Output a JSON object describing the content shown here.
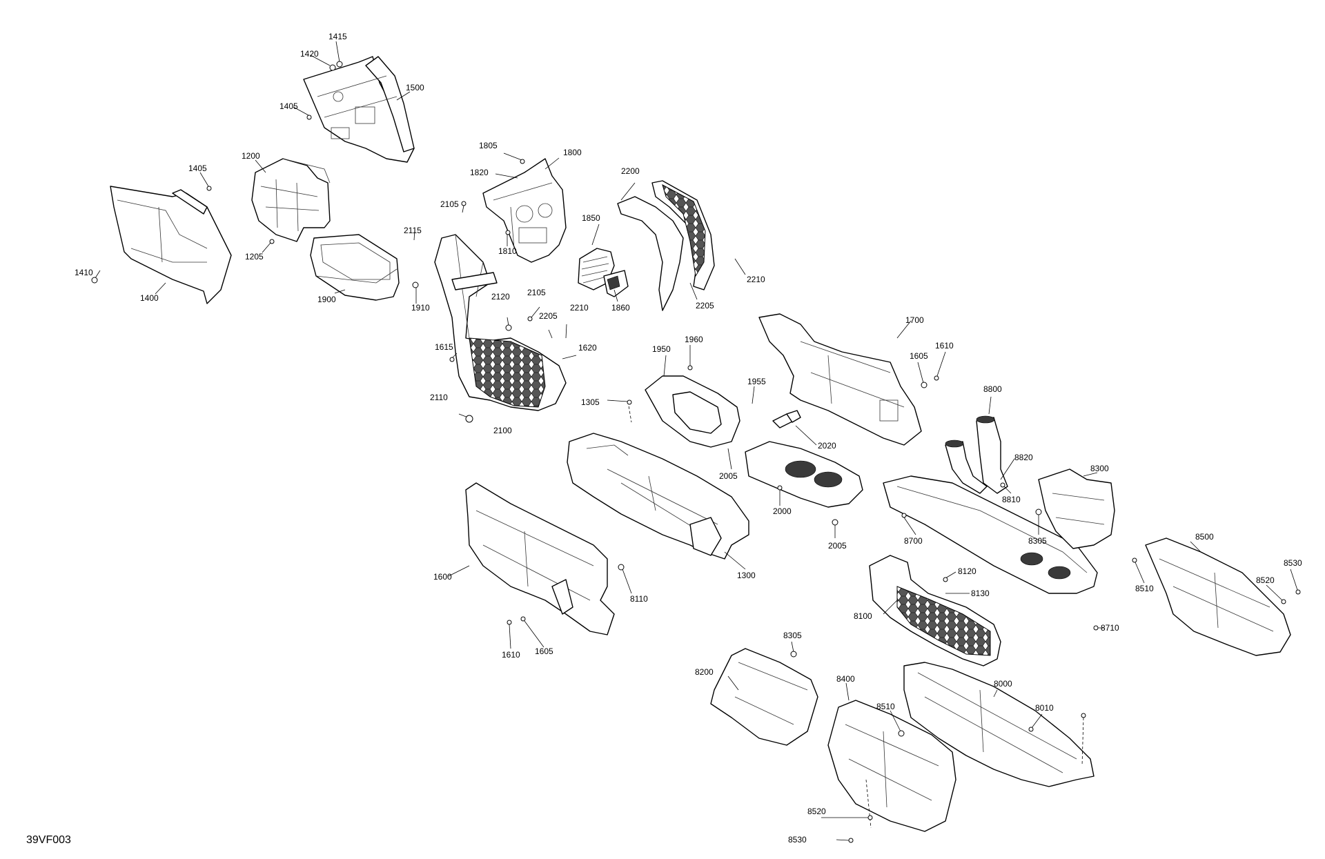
{
  "diagram": {
    "code": "39VF003",
    "callouts": [
      {
        "id": "c1415",
        "text": "1415"
      },
      {
        "id": "c1420",
        "text": "1420"
      },
      {
        "id": "c1500",
        "text": "1500"
      },
      {
        "id": "c1405a",
        "text": "1405"
      },
      {
        "id": "c1405b",
        "text": "1405"
      },
      {
        "id": "c1200",
        "text": "1200"
      },
      {
        "id": "c1410",
        "text": "1410"
      },
      {
        "id": "c1205",
        "text": "1205"
      },
      {
        "id": "c1400",
        "text": "1400"
      },
      {
        "id": "c1900",
        "text": "1900"
      },
      {
        "id": "c1910",
        "text": "1910"
      },
      {
        "id": "c2115",
        "text": "2115"
      },
      {
        "id": "c2105a",
        "text": "2105"
      },
      {
        "id": "c1805",
        "text": "1805"
      },
      {
        "id": "c1820",
        "text": "1820"
      },
      {
        "id": "c1800",
        "text": "1800"
      },
      {
        "id": "c1810",
        "text": "1810"
      },
      {
        "id": "c1850",
        "text": "1850"
      },
      {
        "id": "c1860",
        "text": "1860"
      },
      {
        "id": "c2200",
        "text": "2200"
      },
      {
        "id": "c2210a",
        "text": "2210"
      },
      {
        "id": "c2205a",
        "text": "2205"
      },
      {
        "id": "c2120",
        "text": "2120"
      },
      {
        "id": "c2105b",
        "text": "2105"
      },
      {
        "id": "c2205b",
        "text": "2205"
      },
      {
        "id": "c2210b",
        "text": "2210"
      },
      {
        "id": "c1615",
        "text": "1615"
      },
      {
        "id": "c1620",
        "text": "1620"
      },
      {
        "id": "c2110",
        "text": "2110"
      },
      {
        "id": "c2100",
        "text": "2100"
      },
      {
        "id": "c1700",
        "text": "1700"
      },
      {
        "id": "c1605a",
        "text": "1605"
      },
      {
        "id": "c1610a",
        "text": "1610"
      },
      {
        "id": "c1950",
        "text": "1950"
      },
      {
        "id": "c1960",
        "text": "1960"
      },
      {
        "id": "c1955",
        "text": "1955"
      },
      {
        "id": "c1305",
        "text": "1305"
      },
      {
        "id": "c2020",
        "text": "2020"
      },
      {
        "id": "c2005a",
        "text": "2005"
      },
      {
        "id": "c2000",
        "text": "2000"
      },
      {
        "id": "c2005b",
        "text": "2005"
      },
      {
        "id": "c8800",
        "text": "8800"
      },
      {
        "id": "c8820",
        "text": "8820"
      },
      {
        "id": "c8810",
        "text": "8810"
      },
      {
        "id": "c8300a",
        "text": "8300"
      },
      {
        "id": "c8305a",
        "text": "8305"
      },
      {
        "id": "c8700",
        "text": "8700"
      },
      {
        "id": "c1300",
        "text": "1300"
      },
      {
        "id": "c1600",
        "text": "1600"
      },
      {
        "id": "c8110",
        "text": "8110"
      },
      {
        "id": "c1610b",
        "text": "1610"
      },
      {
        "id": "c1605b",
        "text": "1605"
      },
      {
        "id": "c8120",
        "text": "8120"
      },
      {
        "id": "c8130",
        "text": "8130"
      },
      {
        "id": "c8100",
        "text": "8100"
      },
      {
        "id": "c8710",
        "text": "8710"
      },
      {
        "id": "c8500",
        "text": "8500"
      },
      {
        "id": "c8510a",
        "text": "8510"
      },
      {
        "id": "c8530a",
        "text": "8530"
      },
      {
        "id": "c8520a",
        "text": "8520"
      },
      {
        "id": "c8305b",
        "text": "8305"
      },
      {
        "id": "c8200",
        "text": "8200"
      },
      {
        "id": "c8400",
        "text": "8400"
      },
      {
        "id": "c8510b",
        "text": "8510"
      },
      {
        "id": "c8000",
        "text": "8000"
      },
      {
        "id": "c8010",
        "text": "8010"
      },
      {
        "id": "c8520b",
        "text": "8520"
      },
      {
        "id": "c8530b",
        "text": "8530"
      }
    ]
  }
}
